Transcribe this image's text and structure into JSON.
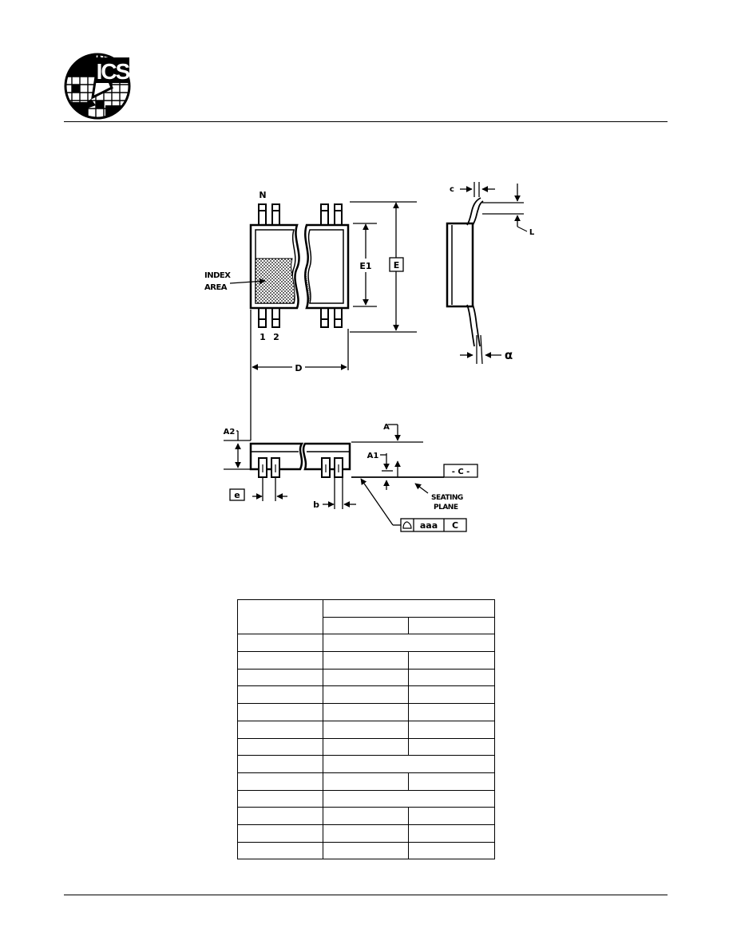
{
  "logo": {
    "text": "ICS",
    "colors": {
      "ink": "#000000",
      "paper": "#ffffff"
    }
  },
  "drawing": {
    "labels": {
      "pin_n": "N",
      "pin_1": "1",
      "pin_2": "2",
      "index_area_line1": "INDEX",
      "index_area_line2": "AREA",
      "dim_e1": "E1",
      "dim_e": "E",
      "dim_d": "D",
      "dim_c": "c",
      "dim_l": "L",
      "dim_alpha": "α",
      "dim_a": "A",
      "dim_a1": "A1",
      "dim_a2": "A2",
      "dim_e_pitch": "e",
      "dim_b": "b",
      "datum_c": "- C -",
      "seating_plane_line1": "SEATING",
      "seating_plane_line2": "PLANE",
      "tol_aaa": "aaa",
      "tol_datum": "C"
    }
  },
  "table": {
    "rows": [
      [
        "",
        "",
        ""
      ],
      [
        "",
        "",
        ""
      ],
      [
        "",
        ""
      ],
      [
        "",
        "",
        ""
      ],
      [
        "",
        "",
        ""
      ],
      [
        "",
        "",
        ""
      ],
      [
        "",
        "",
        ""
      ],
      [
        "",
        "",
        ""
      ],
      [
        "",
        "",
        ""
      ],
      [
        "",
        ""
      ],
      [
        "",
        "",
        ""
      ],
      [
        "",
        ""
      ],
      [
        "",
        "",
        ""
      ],
      [
        "",
        "",
        ""
      ],
      [
        "",
        "",
        ""
      ]
    ]
  }
}
